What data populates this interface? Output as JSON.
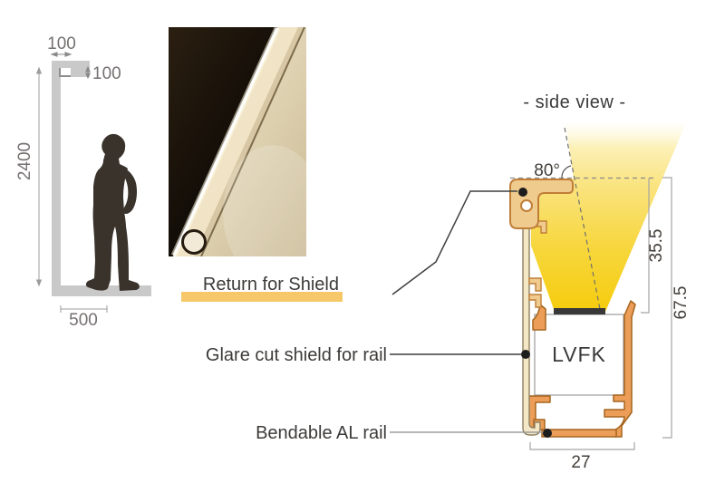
{
  "canvas": {
    "background": "#ffffff"
  },
  "installation_diagram": {
    "top_width_label": "100",
    "return_depth_label": "100",
    "ceiling_height_label": "2400",
    "floor_offset_label": "500"
  },
  "side_view": {
    "title": "-  side view  -",
    "beam_angle_label": "80°",
    "shield_height_label": "35.5",
    "total_height_label": "67.5",
    "rail_width_label": "27",
    "module_label": "LVFK"
  },
  "callouts": {
    "return_shield": "Return for Shield",
    "glare_shield": "Glare cut shield for rail",
    "bendable_rail": "Bendable AL rail"
  },
  "colors": {
    "beam_yellow": "#F5CC0D",
    "beam_pale": "#FBEDA8",
    "highlight": "#F6C869",
    "rail_orange": "#EC9E58",
    "rail_outline": "#A5651F",
    "shield_tan": "#EFCB8E",
    "shield_outline": "#C07E38",
    "glare_bar_cream": "#F3E7C6",
    "structure_gray": "#C9C9C9",
    "silhouette": "#3A332C",
    "led_black": "#383838"
  }
}
